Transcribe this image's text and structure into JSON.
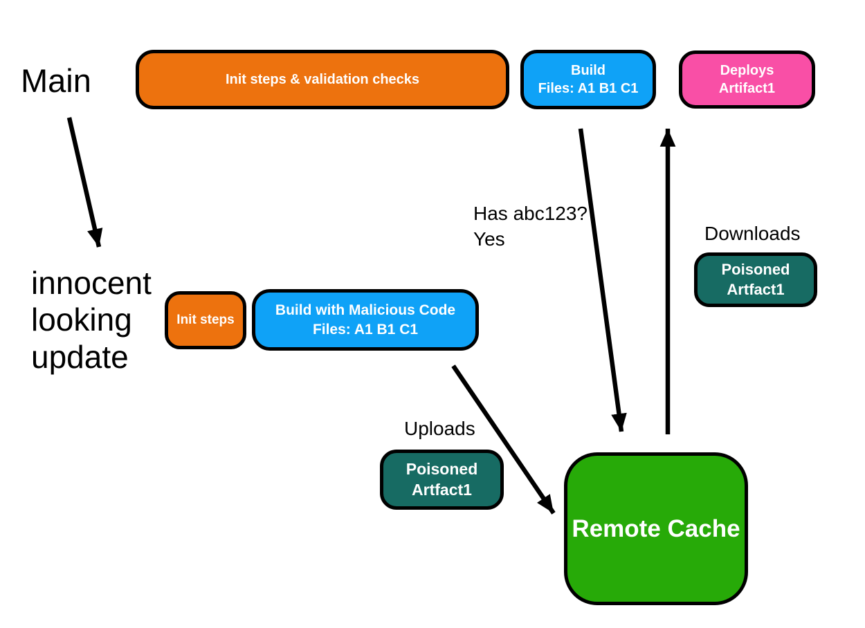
{
  "colors": {
    "orange": "#ED720E",
    "blue": "#0FA2F7",
    "pink": "#F94FA6",
    "teal": "#176B63",
    "green": "#27AA08",
    "border": "#000000",
    "arrow": "#000000",
    "background": "#FFFFFF",
    "node_text": "#FFFFFF",
    "annotation_text": "#000000"
  },
  "annotations": {
    "main": "Main",
    "innocent_update": "innocent\nlooking\nupdate",
    "has_hash": "Has abc123?\nYes",
    "downloads": "Downloads",
    "uploads": "Uploads"
  },
  "nodes": {
    "init_validation": {
      "label": "Init steps & validation checks",
      "color": "#ED720E"
    },
    "build_main": {
      "label": "Build\nFiles: A1 B1 C1",
      "color": "#0FA2F7"
    },
    "deploys": {
      "label": "Deploys\nArtifact1",
      "color": "#F94FA6"
    },
    "init_steps": {
      "label": "Init steps",
      "color": "#ED720E"
    },
    "build_malicious": {
      "label": "Build with Malicious Code\nFiles: A1 B1 C1",
      "color": "#0FA2F7"
    },
    "poisoned_download": {
      "label": "Poisoned\nArtfact1",
      "color": "#176B63"
    },
    "poisoned_upload": {
      "label": "Poisoned\nArtfact1",
      "color": "#176B63"
    },
    "remote_cache": {
      "label": "Remote Cache",
      "color": "#27AA08"
    }
  },
  "edges": [
    {
      "from": "main",
      "to": "innocent_update",
      "label": ""
    },
    {
      "from": "build_main",
      "to": "remote_cache",
      "label": "Has abc123? Yes"
    },
    {
      "from": "remote_cache",
      "to": "deploys",
      "label": "Downloads"
    },
    {
      "from": "build_malicious",
      "to": "remote_cache",
      "label": "Uploads"
    }
  ]
}
